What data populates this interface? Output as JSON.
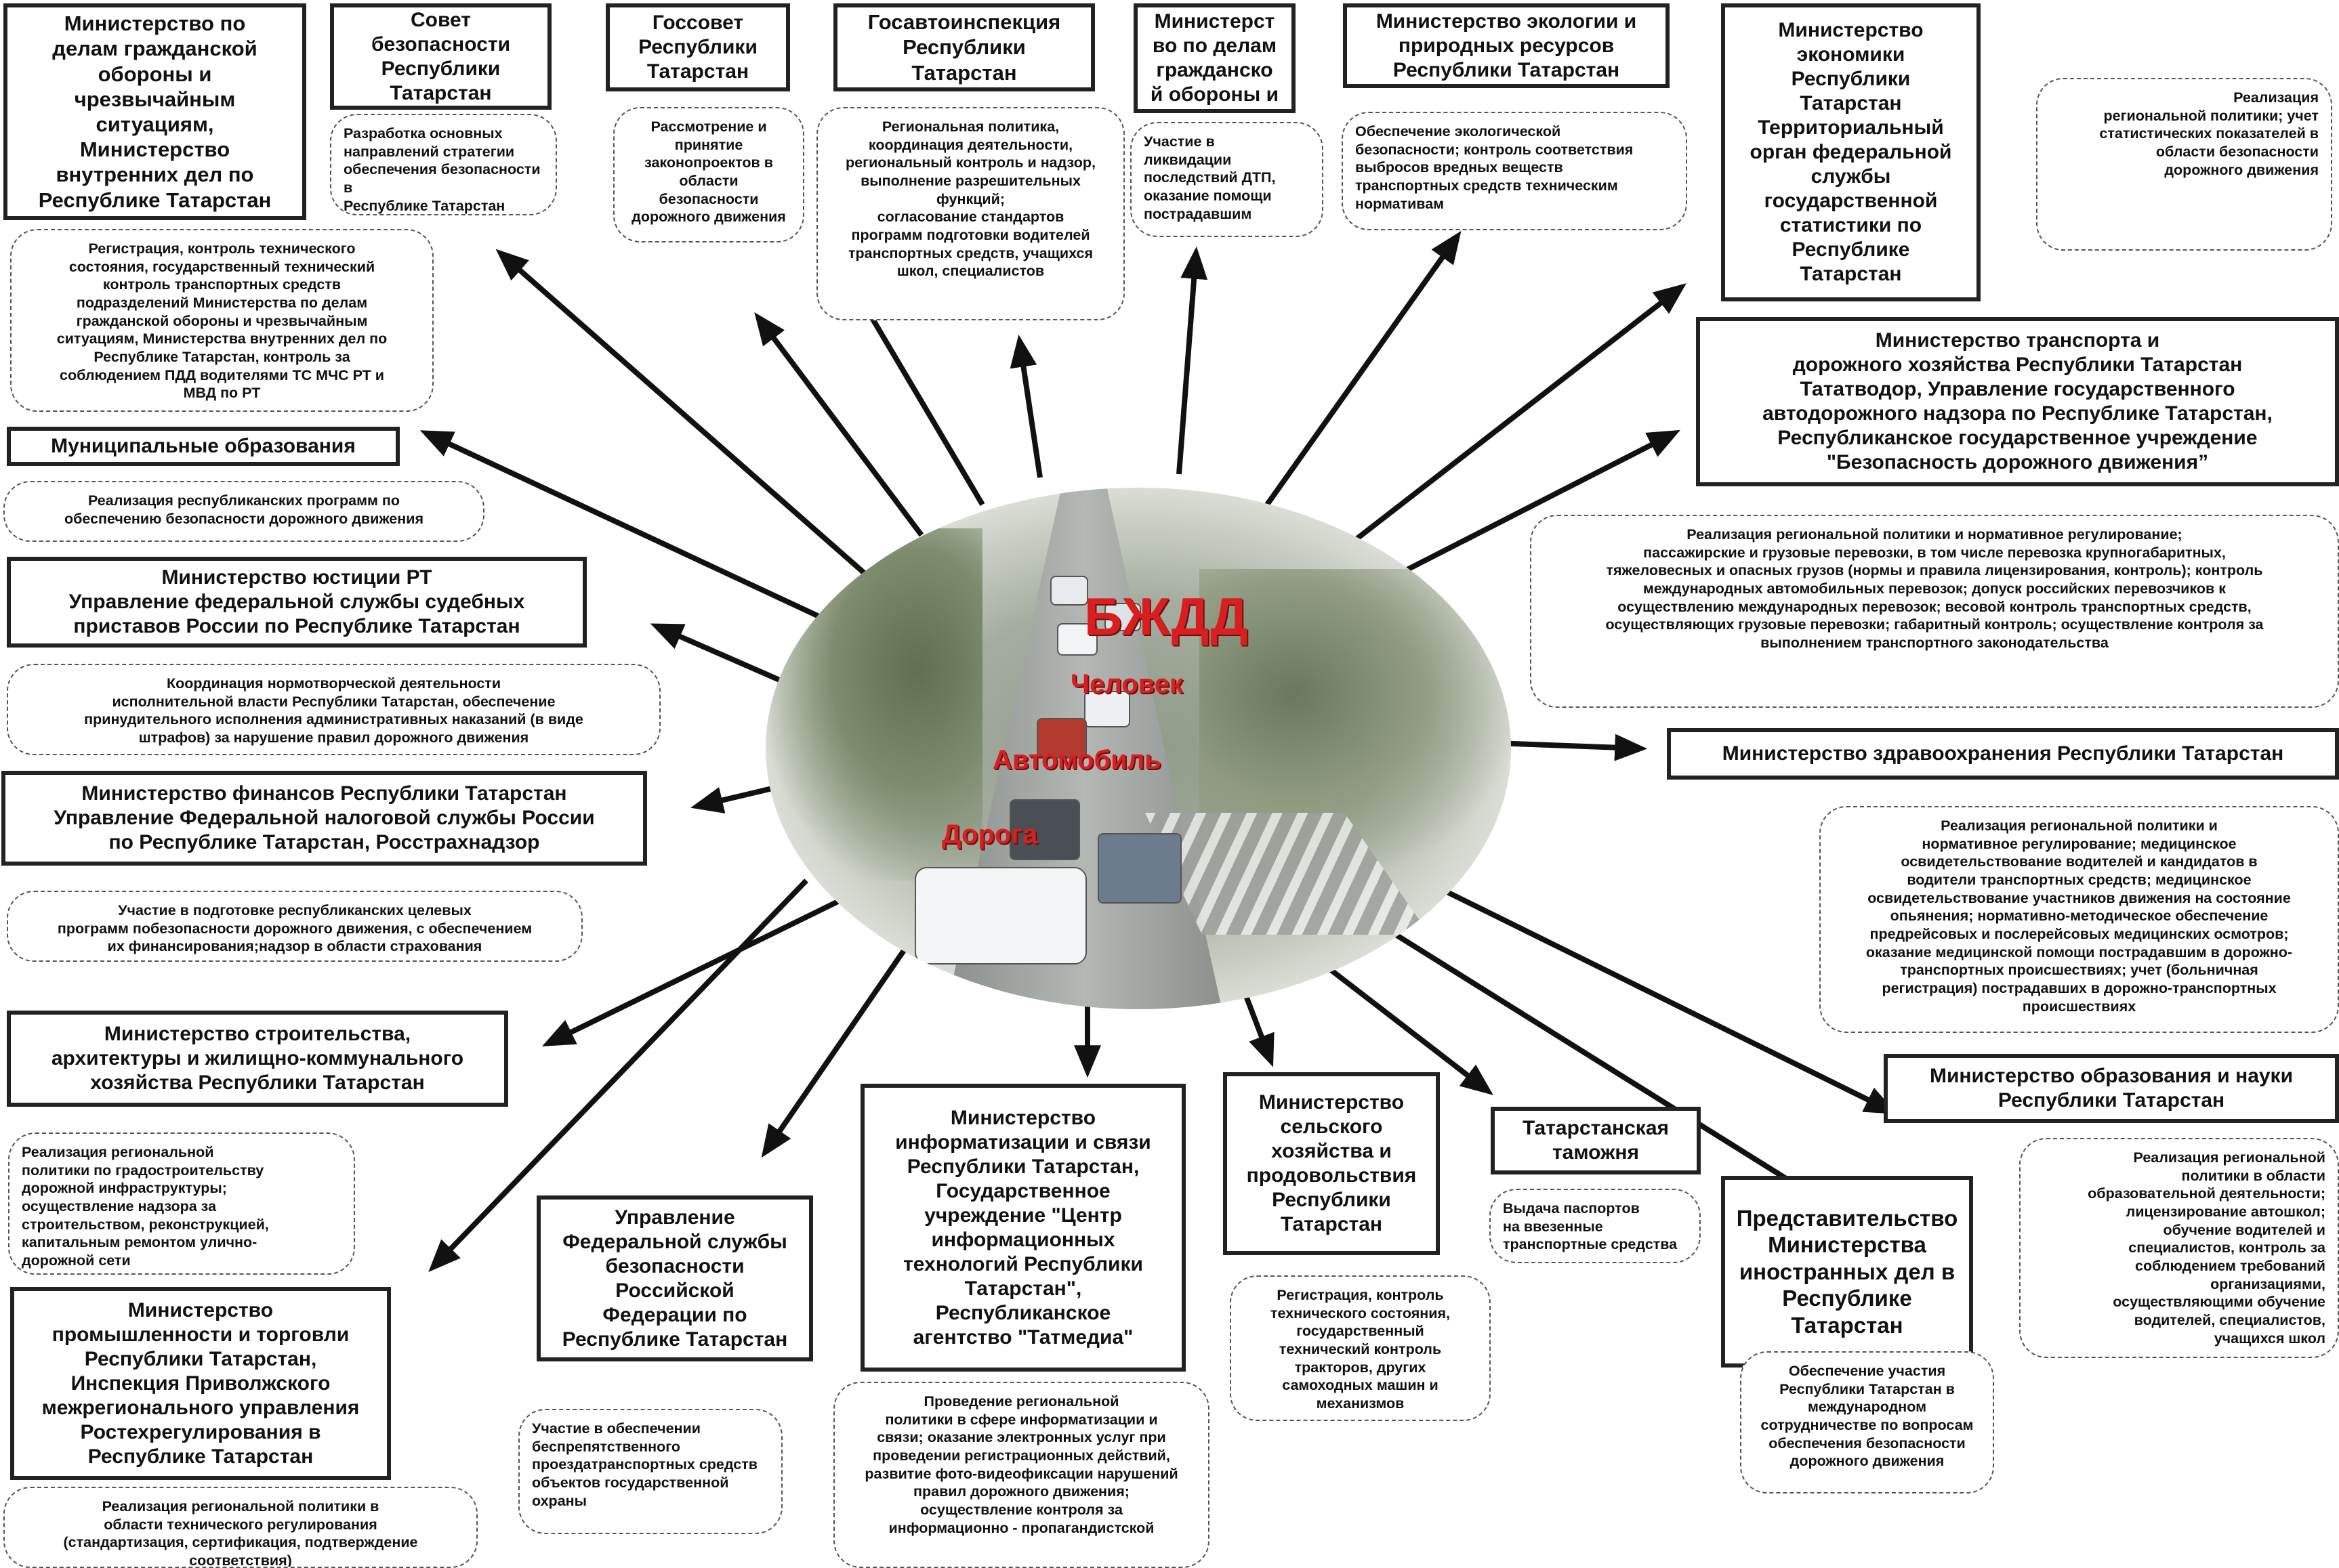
{
  "hub": {
    "title": "БЖДД",
    "word1": "Человек",
    "word2": "Автомобиль",
    "word3": "Дорога"
  },
  "orgs": {
    "mchs_mvd": "Министерство по\nделам гражданской\nобороны и\nчрезвычайным\nситуациям,\nМинистерство\nвнутренних дел по\nРеспублике Татарстан",
    "security_council": "Совет\nбезопасности\nРеспублики\nТатарстан",
    "gossovet": "Госсовет\nРеспублики\nТатарстан",
    "gai": "Госавтоинспекция\nРеспублики\nТатарстан",
    "civil_defense": "Министерст\nво по делам\nгражданско\nй обороны и",
    "ecology": "Министерство экологии и\nприродных ресурсов\nРеспублики Татарстан",
    "economy": "Министерство\nэкономики\nРеспублики\nТатарстан\nТерриториальный\nорган федеральной\nслужбы\nгосударственной\nстатистики по\nРеспублике\nТатарстан",
    "transport": "Министерство транспорта и\nдорожного хозяйства Республики Татарстан\nТататводор, Управление государственного\nавтодорожного надзора по Республике Татарстан,\nРеспубликанское государственное учреждение\n\"Безопасность дорожного движения”",
    "municipal": "Муниципальные образования",
    "justice": "Министерство юстиции РТ\nУправление федеральной службы судебных\nприставов России по Республике Татарстан",
    "health": "Министерство здравоохранения Республики Татарстан",
    "finance": "Министерство финансов Республики Татарстан\nУправление Федеральной налоговой службы России\nпо Республике Татарстан, Росстрахнадзор",
    "construction": "Министерство строительства,\nархитектуры и жилищно-коммунального\nхозяйства Республики Татарстан",
    "education": "Министерство образования и науки\nРеспублики Татарстан",
    "industry": "Министерство\nпромышленности и торговли\nРеспублики Татарстан,\nИнспекция Приволжского\nмежрегионального управления\nРостехрегулирования в\nРеспублике Татарстан",
    "fsb": "Управление\nФедеральной службы\nбезопасности\nРоссийской\nФедерации по\nРеспублике Татарстан",
    "informatization": "Министерство\nинформатизации и связи\nРеспублики Татарстан,\nГосударственное\nучреждение \"Центр\nинформационных\nтехнологий Республики\nТатарстан\",\nРеспубликанское\nагентство \"Татмедиа\"",
    "agriculture": "Министерство\nсельского\nхозяйства и\nпродовольствия\nРеспублики\nТатарстан",
    "customs": "Татарстанская\nтаможня",
    "mfa": "Представительство\nМинистерства\nиностранных дел в\nРеспублике\nТатарстан"
  },
  "notes": {
    "security_council": "Разработка основных\nнаправлений стратегии\nобеспечения безопасности в\nРеспублике Татарстан",
    "gossovet": "Рассмотрение и\nпринятие\nзаконопроектов в\nобласти\nбезопасности\nдорожного движения",
    "gai": "Региональная политика,\nкоординация деятельности,\nрегиональный контроль и надзор,\nвыполнение разрешительных\nфункций;\nсогласование стандартов\nпрограмм подготовки водителей\nтранспортных средств, учащихся\nшкол, специалистов",
    "civil_defense": "Участие в\nликвидации\nпоследствий ДТП,\nоказание помощи\nпострадавшим",
    "ecology": "Обеспечение экологической\nбезопасности; контроль  соответствия\nвыбросов вредных веществ\nтранспортных средств техническим\nнормативам",
    "economy": "Реализация\nрегиональной политики; учет\nстатистических показателей в\nобласти безопасности\nдорожного движения",
    "mchs_mvd": "Регистрация, контроль технического\nсостояния, государственный технический\nконтроль транспортных средств\nподразделений Министерства по делам\nгражданской обороны и чрезвычайным\nситуациям, Министерства внутренних дел по\nРеспублике Татарстан, контроль за\nсоблюдением ПДД водителями ТС МЧС РТ и\nМВД по РТ",
    "municipal": "Реализация республиканских программ по\nобеспечению безопасности дорожного движения",
    "transport": "Реализация региональной политики и нормативное регулирование;\nпассажирские и грузовые перевозки, в том числе перевозка крупногабаритных,\nтяжеловесных и опасных грузов (нормы и правила лицензирования, контроль); контроль\nмеждународных автомобильных перевозок; допуск российских перевозчиков к\nосуществлению международных перевозок; весовой контроль транспортных средств,\nосуществляющих грузовые перевозки; габаритный контроль; осуществление контроля за\nвыполнением транспортного законодательства",
    "justice": "Координация нормотворческой деятельности\nисполнительной власти Республики Татарстан, обеспечение\nпринудительного исполнения административных наказаний (в виде\nштрафов) за нарушение правил дорожного движения",
    "health": "Реализация региональной политики и\nнормативное регулирование; медицинское\nосвидетельствование водителей и кандидатов в\nводители транспортных средств; медицинское\nосвидетельствование участников движения на состояние\nопьянения; нормативно-методическое обеспечение\nпредрейсовых и послерейсовых медицинских осмотров;\nоказание медицинской помощи пострадавшим в дорожно-\nтранспортных происшествиях; учет (больничная\nрегистрация) пострадавших в дорожно-транспортных\nпроисшествиях",
    "finance": "Участие в подготовке республиканских целевых\nпрограмм побезопасности дорожного движения, с обеспечением\nих финансирования;надзор в области страхования",
    "construction": "Реализация региональной\nполитики по градостроительству\nдорожной инфраструктуры;\nосуществление надзора за\nстроительством, реконструкцией,\nкапитальным ремонтом улично-\nдорожной сети",
    "education": "Реализация региональной\nполитики в области\nобразовательной деятельности;\nлицензирование автошкол;\nобучение водителей и\nспециалистов, контроль за\nсоблюдением требований\nорганизациями,\nосуществляющими обучение\nводителей, специалистов,\nучащихся школ",
    "customs": "Выдача паспортов\nна ввезенные\nтранспортные средства",
    "agriculture": "Регистрация, контроль\nтехнического состояния,\nгосударственный\nтехнический контроль\nтракторов, других\nсамоходных машин и\nмеханизмов",
    "mfa": "Обеспечение участия\nРеспублики Татарстан в\nмеждународном\nсотрудничестве по вопросам\nобеспечения безопасности\nдорожного движения",
    "fsb": "Участие в обеспечении\nбеспрепятственного\nпроездатранспортных средств\nобъектов государственной\nохраны",
    "informatization": "Проведение региональной\nполитики в сфере информатизации и\nсвязи; оказание электронных услуг при\nпроведении регистрационных действий,\nразвитие фото-видеофиксации нарушений\nправил дорожного движения;\nосуществление контроля за\nинформационно - пропагандистской",
    "industry": "Реализация региональной политики в\nобласти технического регулирования\n(стандартизация, сертификация, подтверждение\nсоответствия)"
  }
}
